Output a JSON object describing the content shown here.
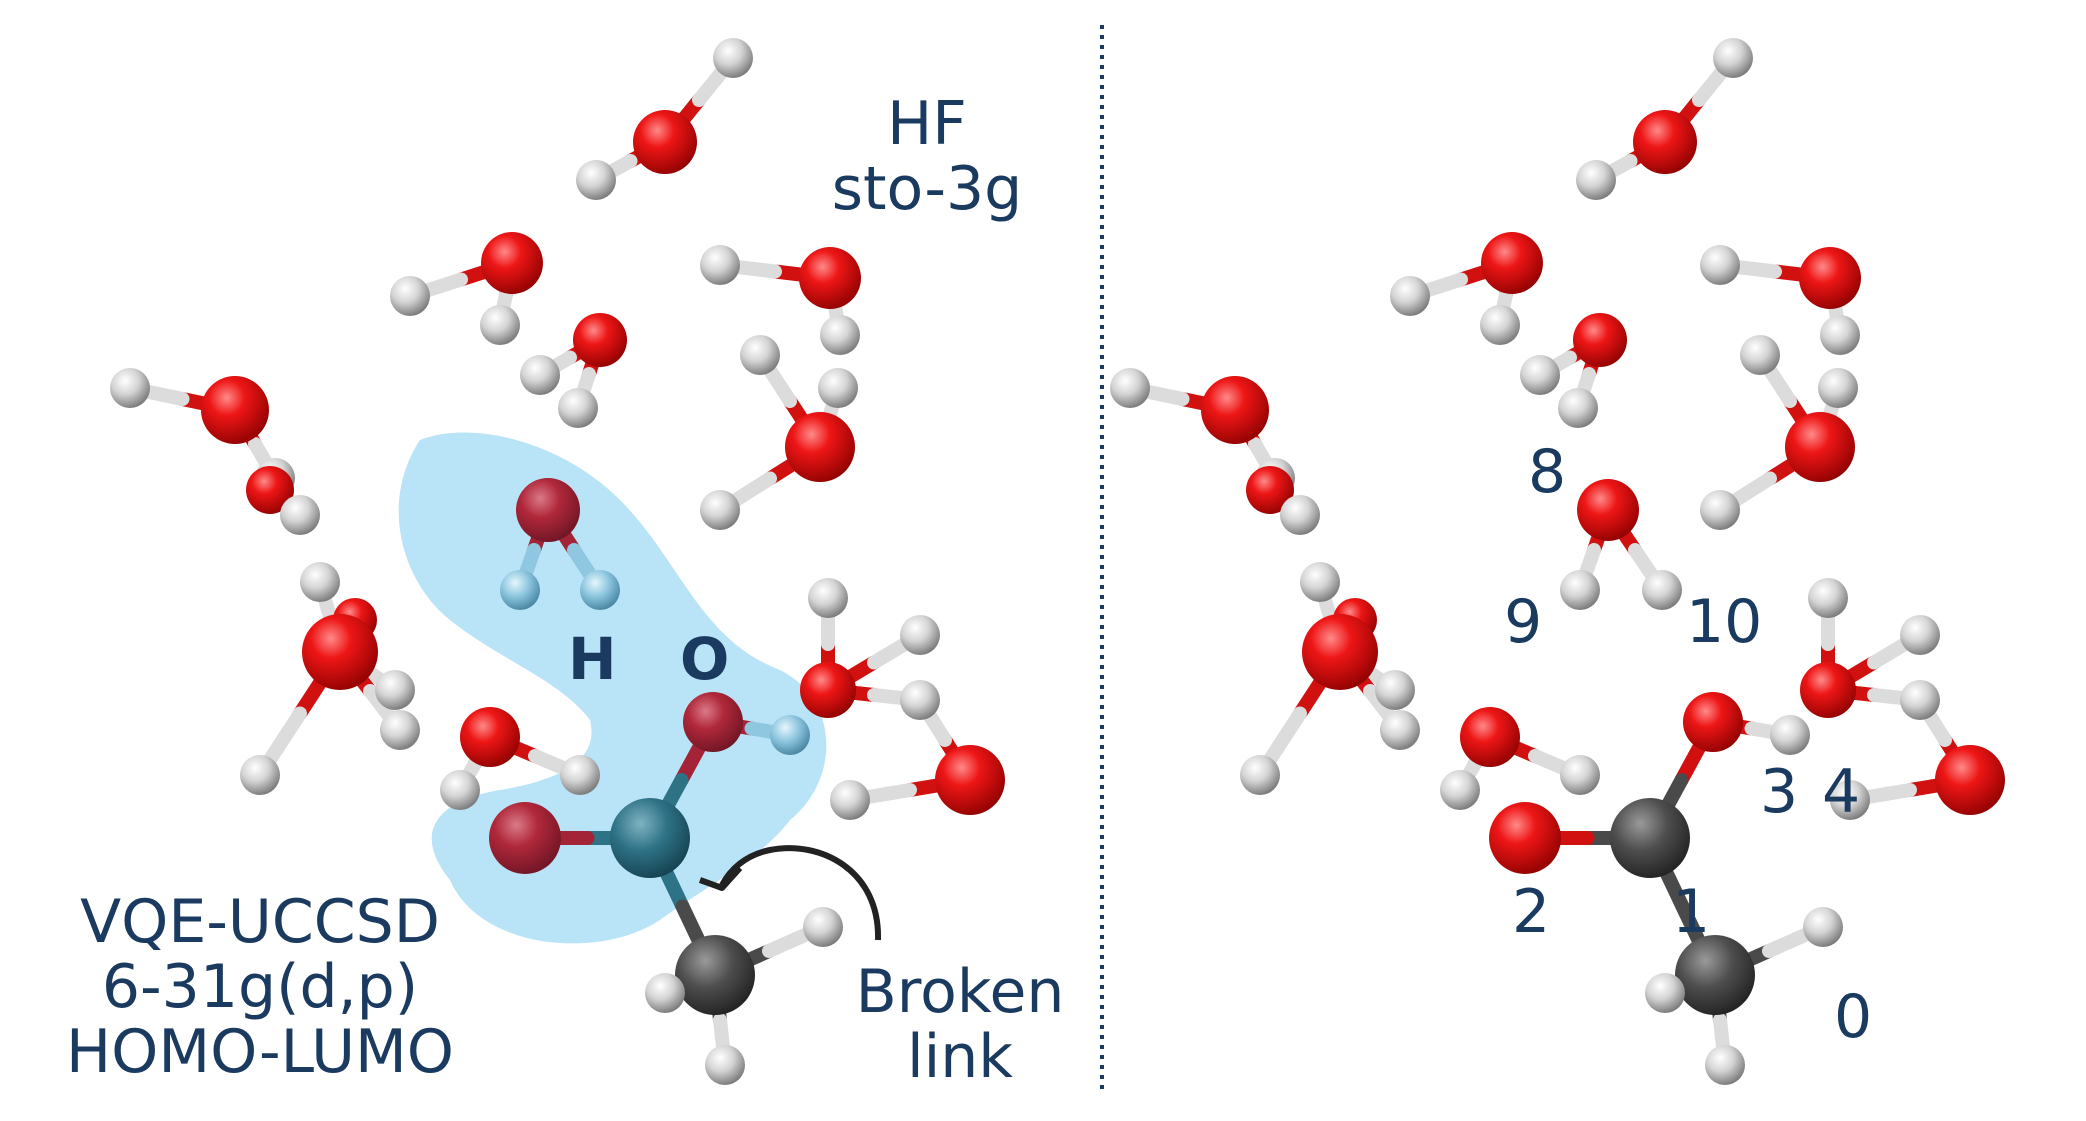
{
  "labels": {
    "method_top": [
      "HF",
      "sto-3g"
    ],
    "method_bottom": [
      "VQE-UCCSD",
      "6-31g(d,p)",
      "HOMO-LUMO"
    ],
    "annotation": [
      "Broken",
      "link"
    ],
    "region_h": "H",
    "region_o": "O"
  },
  "atom_indices": {
    "i0": "0",
    "i1": "1",
    "i2": "2",
    "i3": "3",
    "i4": "4",
    "i8": "8",
    "i9": "9",
    "i10": "10"
  },
  "atom_colors": {
    "oxygen": "#e80f0f",
    "hydrogen": "#d8d8d8",
    "carbon": "#555555",
    "active_oxygen": "#b0283a",
    "active_hydrogen": "#8fc7e0",
    "active_carbon": "#2e7286",
    "active_region": "#b5e2f5",
    "text": "#1b3a60"
  }
}
